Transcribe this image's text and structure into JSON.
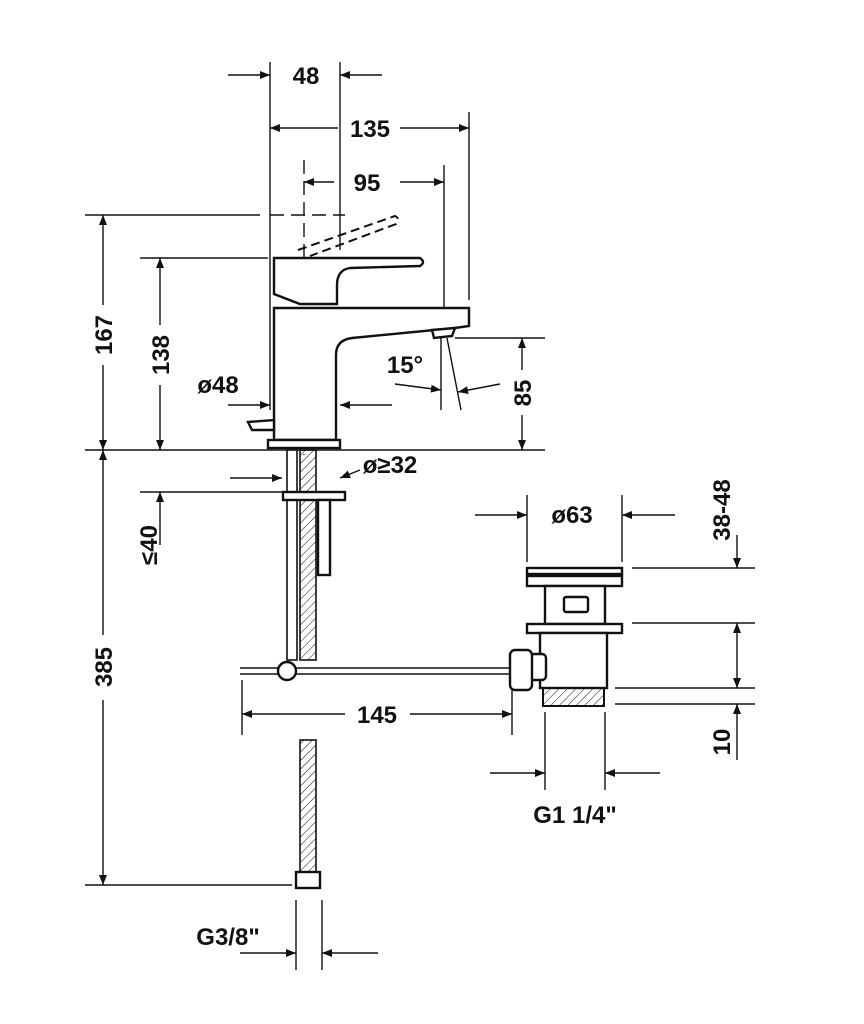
{
  "title": "Basin mixer dimension drawing",
  "dimensions": {
    "spout_body_width": "48",
    "overall_depth": "135",
    "spout_projection": "95",
    "total_height_lever_raised": "167",
    "height_to_lever": "138",
    "body_diameter": "ø48",
    "spout_angle": "15°",
    "spout_height": "85",
    "hole_diameter": "ø≥32",
    "max_deck_thickness": "≤40",
    "hose_length": "385",
    "rod_length": "145",
    "waste_diameter": "ø63",
    "plug_lift": "38-48",
    "thread_height": "10",
    "waste_thread": "G1 1/4\"",
    "supply_thread": "G3/8\""
  }
}
